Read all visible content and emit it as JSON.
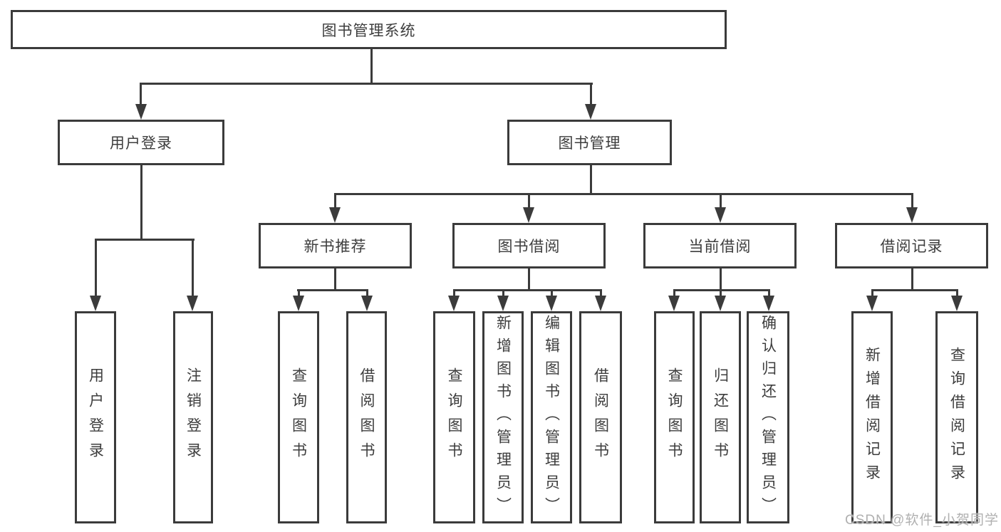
{
  "diagram": {
    "root": "图书管理系统",
    "level2": {
      "user_login": "用户登录",
      "book_mgmt": "图书管理"
    },
    "level3": {
      "new_books": "新书推荐",
      "book_borrow": "图书借阅",
      "current_borrow": "当前借阅",
      "borrow_records": "借阅记录"
    },
    "leaves": {
      "user_login": [
        "用户登录",
        "注销登录"
      ],
      "new_books": [
        "查询图书",
        "借阅图书"
      ],
      "book_borrow": [
        "查询图书",
        "新增图书（管理员）",
        "编辑图书（管理员）",
        "借阅图书"
      ],
      "current_borrow": [
        "查询图书",
        "归还图书",
        "确认归还（管理员）"
      ],
      "borrow_records": [
        "新增借阅记录",
        "查询借阅记录"
      ]
    }
  },
  "watermark": "CSDN @软件_小贺同学",
  "colors": {
    "line": "#3b3b3b",
    "text": "#3d3d3d",
    "watermark": "#b0b0b0",
    "background": "#ffffff"
  }
}
